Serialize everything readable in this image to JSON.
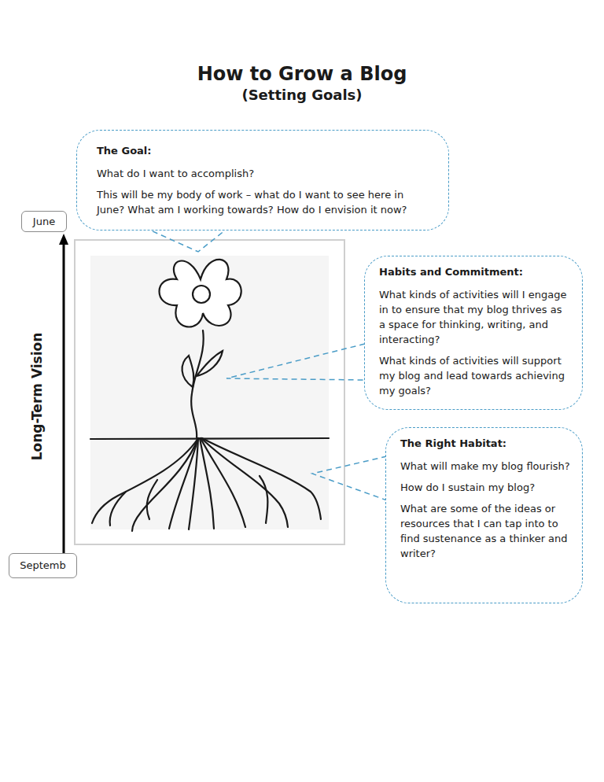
{
  "diagram": {
    "title": "How to Grow a Blog",
    "nodes": [
      {
        "text": [
          "The Goal:",
          "What do I want to accomplish?",
          "This will be my body of work – what do I want to see here in June? What am I working towards? How do I envision it now?"
        ]
      },
      {
        "text": [
          "June"
        ]
      },
      {
        "text": [
          "Habits and Commitment:",
          "What kinds of activities will I engage in to ensure that my blog thrives as a space for thinking, writing, and interacting?",
          "What kinds of activities will support my blog and lead towards achieving my goals?"
        ]
      },
      {
        "text": [
          "The Right Habitat:",
          "What will make my blog flourish?",
          "How do I sustain my blog?",
          "What are some of the ideas or resources that I can tap into to find sustenance as a thinker and writer?"
        ]
      },
      {
        "text": [
          "Septemb"
        ]
      }
    ],
    "edges": [
      {
        "from": 4,
        "to": 1,
        "arrow": "to",
        "label": "Long-Term Vision"
      }
    ],
    "labels": [
      "(Setting Goals)"
    ]
  }
}
